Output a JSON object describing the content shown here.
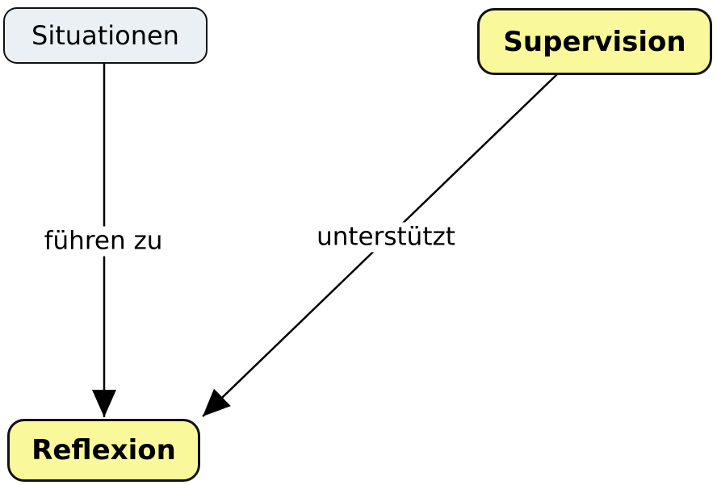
{
  "nodes": [
    {
      "id": "situationen",
      "label": "Situationen",
      "fill": "#eaf0f4",
      "bold": false
    },
    {
      "id": "supervision",
      "label": "Supervision",
      "fill": "#f9f99b",
      "bold": true
    },
    {
      "id": "reflexion",
      "label": "Reflexion",
      "fill": "#f9f99b",
      "bold": true
    }
  ],
  "edges": [
    {
      "id": "fuehren-zu",
      "label": "führen zu",
      "from": "Situationen",
      "to": "Reflexion"
    },
    {
      "id": "unterstuetzt",
      "label": "unterstützt",
      "from": "Supervision",
      "to": "Reflexion"
    }
  ],
  "theme": {
    "background": "#ffffff",
    "text": "#000000",
    "line": "#000000",
    "node_yellow": "#f9f99b",
    "node_blue": "#eaf0f4",
    "node_border": "#111111"
  }
}
